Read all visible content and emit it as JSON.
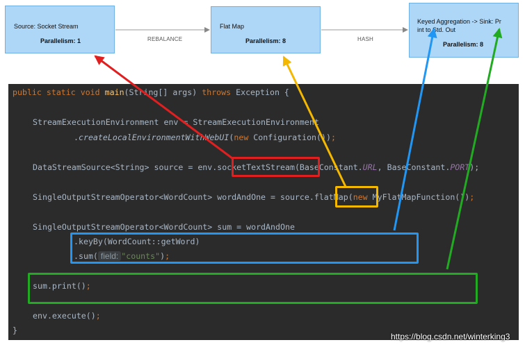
{
  "graph": {
    "source": {
      "title": "Source: Socket Stream",
      "parallelism": "Parallelism: 1"
    },
    "flatmap": {
      "title": "Flat Map",
      "parallelism": "Parallelism: 8"
    },
    "sink": {
      "title_line1": "Keyed Aggregation -> Sink: Pr",
      "title_line2": "int to Std. Out",
      "parallelism": "Parallelism: 8"
    },
    "edge1_label": "REBALANCE",
    "edge2_label": "HASH"
  },
  "code": {
    "l1_a": "public static void ",
    "l1_b": "main",
    "l1_c": "(String[] args) ",
    "l1_d": "throws",
    "l1_e": " Exception {",
    "l2": "StreamExecutionEnvironment env = StreamExecutionEnvironment",
    "l3_a": ".",
    "l3_b": "createLocalEnvironmentWithWebUI",
    "l3_c": "(",
    "l3_d": "new",
    "l3_e": " Configuration())",
    "l3_f": ";",
    "l4_a": "DataStreamSource<String> source = env.",
    "l4_b": "socketTextStream",
    "l4_c": "(BaseConstant.",
    "l4_d": "URL",
    "l4_e": ", BaseConstant.",
    "l4_f": "PORT",
    "l4_g": ");",
    "l5_a": "SingleOutputStreamOperator<WordCount> wordAndOne = source.",
    "l5_b": "flatMap",
    "l5_c": "(",
    "l5_d": "new",
    "l5_e": " MyFlatMapFunction())",
    "l5_f": ";",
    "l6": "SingleOutputStreamOperator<WordCount> sum = wordAndOne",
    "l7": ".keyBy(WordCount::getWord)",
    "l8_a": ".sum(",
    "l8_hint": "field:",
    "l8_str": "\"counts\"",
    "l8_b": ")",
    "l8_c": ";",
    "l9_a": "sum.print()",
    "l9_b": ";",
    "l10_a": "env.execute()",
    "l10_b": ";",
    "l11": "}"
  },
  "watermark": "https://blog.csdn.net/winterking3",
  "colors": {
    "red": "#e02020",
    "yellow": "#f5b800",
    "blue": "#2196f3",
    "green": "#22aa22"
  }
}
